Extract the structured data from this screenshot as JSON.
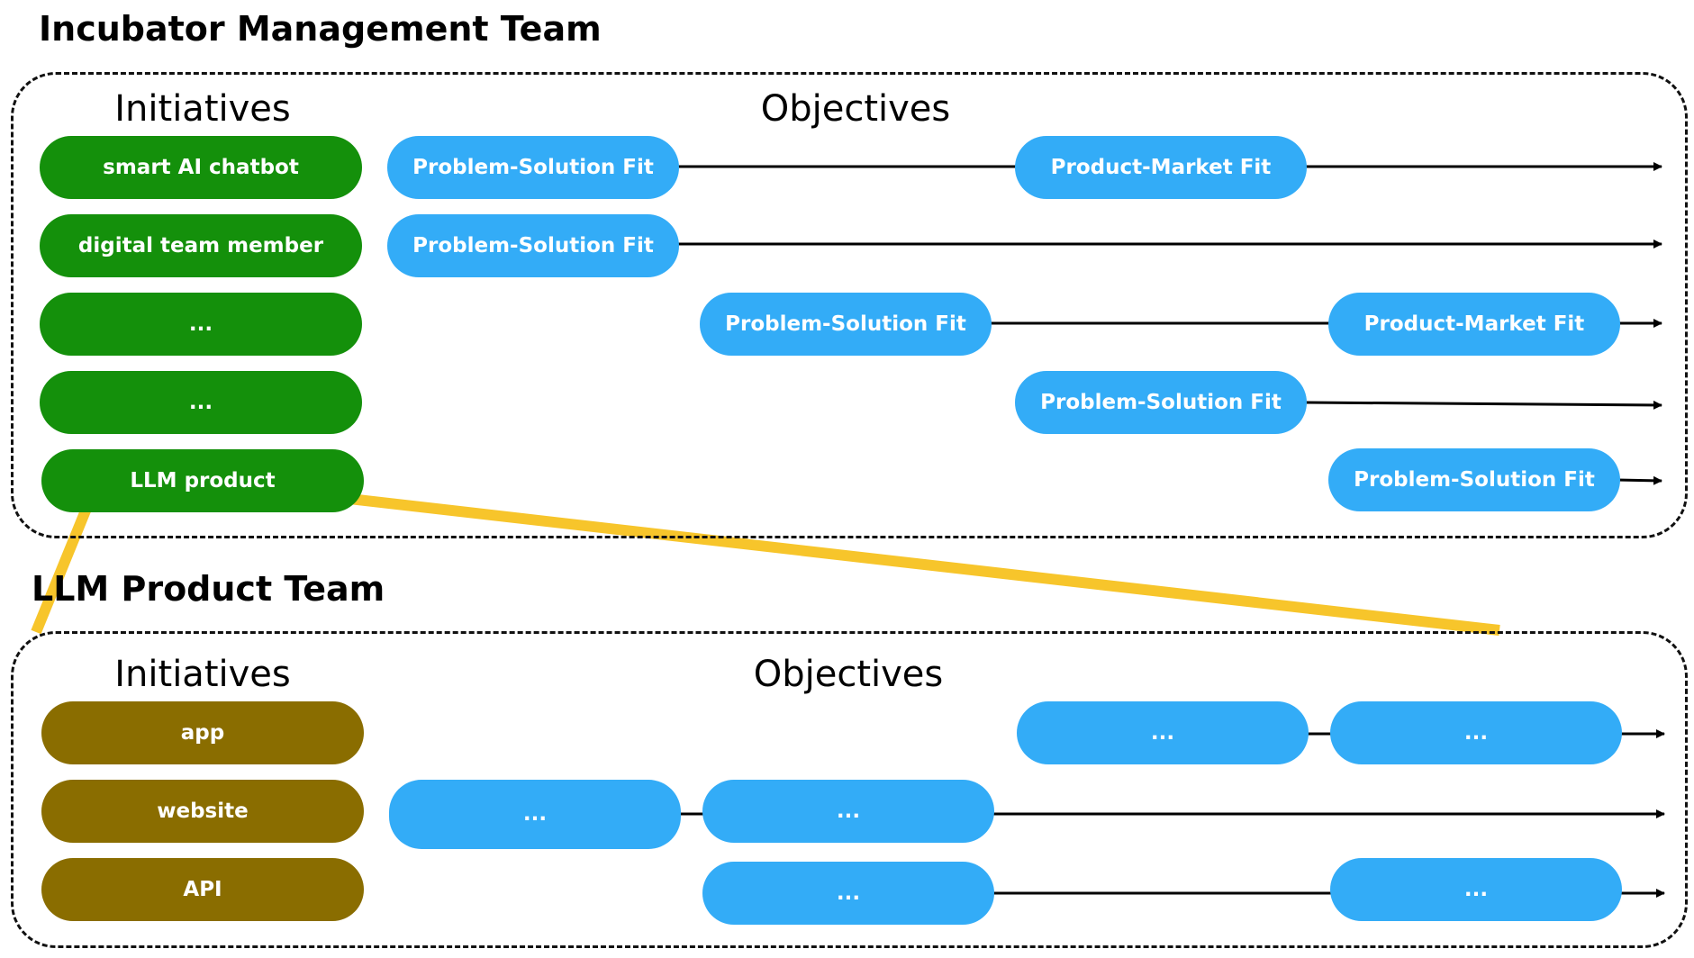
{
  "colors": {
    "initiative_incubator": "#14900B",
    "initiative_llm": "#8A6D00",
    "objective": "#33ACF7",
    "connector": "#F7C52B",
    "line": "#000000"
  },
  "incubator": {
    "title": "Incubator Management Team",
    "initiatives_header": "Initiatives",
    "objectives_header": "Objectives",
    "initiatives": [
      "smart AI chatbot",
      "digital team member",
      "...",
      "...",
      "LLM product"
    ],
    "objectives": {
      "row1": [
        "Problem-Solution Fit",
        "Product-Market Fit"
      ],
      "row2": [
        "Problem-Solution Fit"
      ],
      "row3": [
        "Problem-Solution Fit",
        "Product-Market Fit"
      ],
      "row4": [
        "Problem-Solution Fit"
      ],
      "row5": [
        "Problem-Solution Fit"
      ]
    }
  },
  "llm": {
    "title": "LLM Product Team",
    "initiatives_header": "Initiatives",
    "objectives_header": "Objectives",
    "initiatives": [
      "app",
      "website",
      "API"
    ],
    "objectives": {
      "row1": [
        "...",
        "..."
      ],
      "row2": [
        "...",
        "..."
      ],
      "row3": [
        "...",
        "..."
      ]
    }
  }
}
